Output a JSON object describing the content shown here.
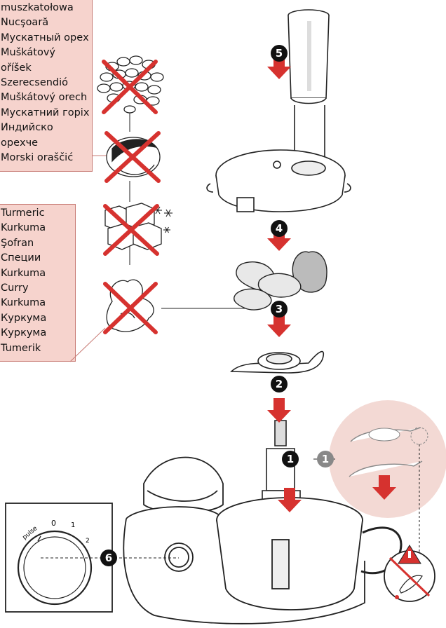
{
  "labels": {
    "top_box": [
      "muszkatołowa",
      "Nucşoară",
      "Мускатный орех",
      "Muškátový",
      "oříšek",
      "Szerecsendió",
      "Muškátový orech",
      "Мускатний горіх",
      "Индийско",
      "орехче",
      "Morski oraščić"
    ],
    "bottom_box": [
      "Turmeric",
      "Kurkuma",
      "Şofran",
      "Специи",
      "Kurkuma",
      "Curry",
      "Kurkuma",
      "Куркума",
      "Куркума",
      "Tumerik"
    ]
  },
  "steps": {
    "s1": "1",
    "s1_inset": "1",
    "s2": "2",
    "s3": "3",
    "s4": "4",
    "s5": "5",
    "s6": "6"
  },
  "dial": {
    "pulse": "pulse",
    "zero": "0",
    "one": "1",
    "two": "2"
  },
  "colors": {
    "accent_red": "#d6322f",
    "label_bg": "#f6d3cd",
    "inset_circle": "#f3d9d4"
  },
  "icons": [
    "nutmeg-icon",
    "ice-cubes-icon",
    "snowflake-icon",
    "ginger-root-icon",
    "onion-icon",
    "knife-warning-icon"
  ]
}
